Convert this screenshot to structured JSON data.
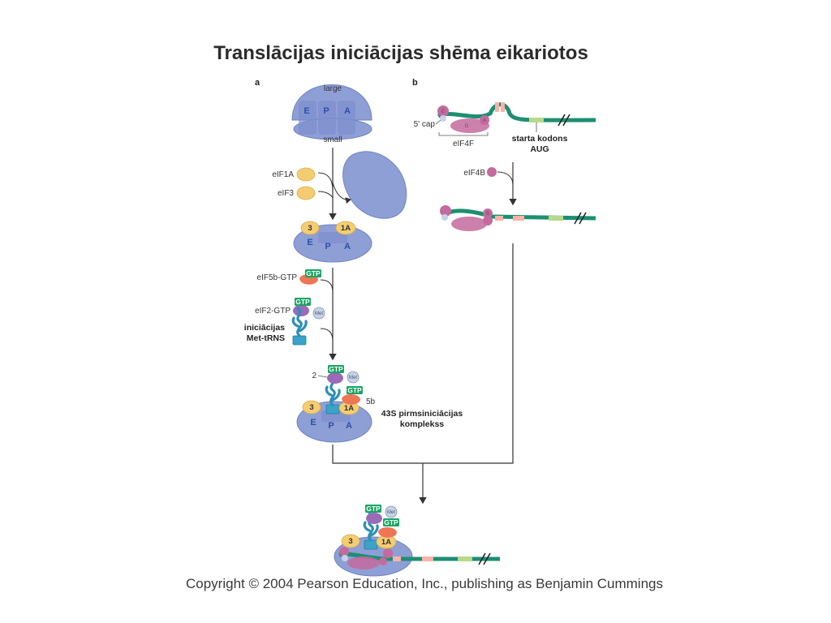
{
  "title": "Translācijas iniciācijas shēma eikariotos",
  "copyright": "Copyright © 2004 Pearson Education, Inc., publishing as Benjamin Cummings",
  "panels": {
    "a": "a",
    "b": "b"
  },
  "ribosome": {
    "large": "large",
    "small": "small",
    "site_e": "E",
    "site_p": "P",
    "site_a": "A"
  },
  "factors": {
    "eif1a": "eIF1A",
    "eif3": "eIF3",
    "eif5b_gtp": "eIF5b-GTP",
    "eif2_gtp": "eIF2-GTP",
    "met_trna_1": "iniciācijas",
    "met_trna_2": "Met-tRNS",
    "eif4b": "eIF4B",
    "eif4f": "eIF4F",
    "cap": "5' cap",
    "gtp": "GTP",
    "met": "Met",
    "n3": "3",
    "n1a": "1A",
    "n2": "2",
    "n5b": "5b",
    "cap_e": "E",
    "cap_g": "G",
    "cap_a": "A",
    "cap_b": "B"
  },
  "labels": {
    "start_codon_1": "starta kodons",
    "start_codon_2": "AUG",
    "complex_1": "43S pirmsiniciācijas",
    "complex_2": "komplekss"
  },
  "colors": {
    "ribosome": "#8e9fd6",
    "ribosome_dark": "#6f82c4",
    "eif_yellow": "#f4cd72",
    "gtp_green": "#1aa463",
    "mrna": "#1d8f73",
    "eif4_pink": "#c46a9d",
    "eif5b": "#ee7655",
    "eif2": "#9b6ab8",
    "trna": "#3aa3c8"
  }
}
